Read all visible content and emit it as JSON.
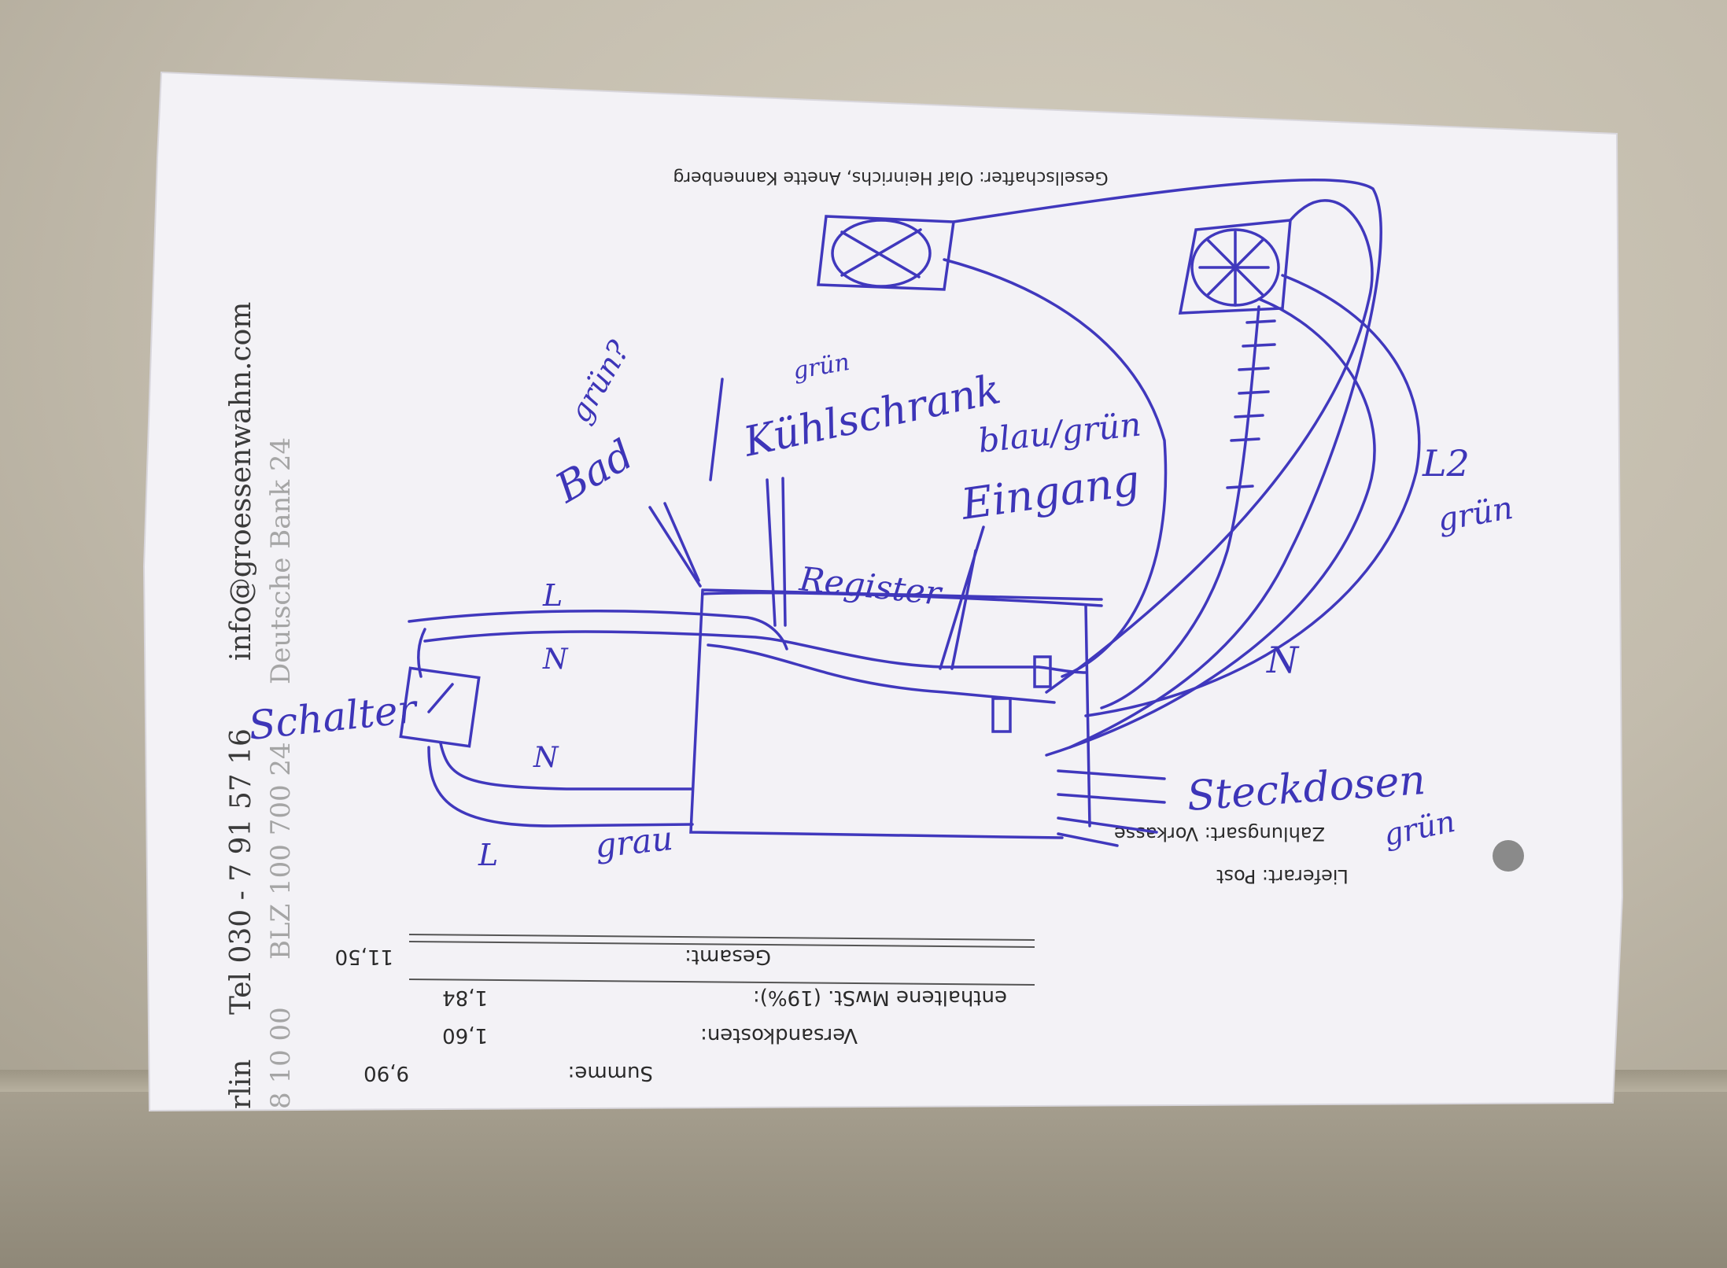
{
  "letterhead": {
    "line1_a": "rlin",
    "line1_tel": "Tel 030 - 7 91 57 16",
    "line1_email": "info@groessenwahn.com",
    "line2_a": "8 10 00",
    "line2_blz": "BLZ 100 700 24",
    "line2_bank": "Deutsche Bank 24"
  },
  "printed": {
    "gesellschafter": "Gesellschafter: Olaf Heinrichs, Anette Kannenberg",
    "zahlungsart": "Zahlungsart: Vorkasse",
    "lieferart": "Lieferart: Post",
    "rows": [
      {
        "label": "Gesamt:",
        "value": "11,50"
      },
      {
        "label": "enthaltene MwSt. (19%):",
        "value": "1,84"
      },
      {
        "label": "Versandkosten:",
        "value": "1,60"
      },
      {
        "label": "Summe:",
        "value": "9,90"
      }
    ]
  },
  "handwritten": {
    "bad_color": "grün?",
    "bad": "Bad",
    "kuehl_color": "grün",
    "kuehl": "Kühlschrank",
    "eingang_color": "blau/grün",
    "eingang": "Eingang",
    "register": "Register",
    "schalter": "Schalter",
    "l_top": "L",
    "n_top": "N",
    "n_mid": "N",
    "l_bottom": "L",
    "grau": "grau",
    "l2": "L2",
    "l2_color": "grün",
    "n_right": "N",
    "steckdosen": "Steckdosen",
    "steckdosen_color": "grün"
  },
  "colors": {
    "ink": "#3d35b8",
    "paper": "#f4f3f7"
  }
}
